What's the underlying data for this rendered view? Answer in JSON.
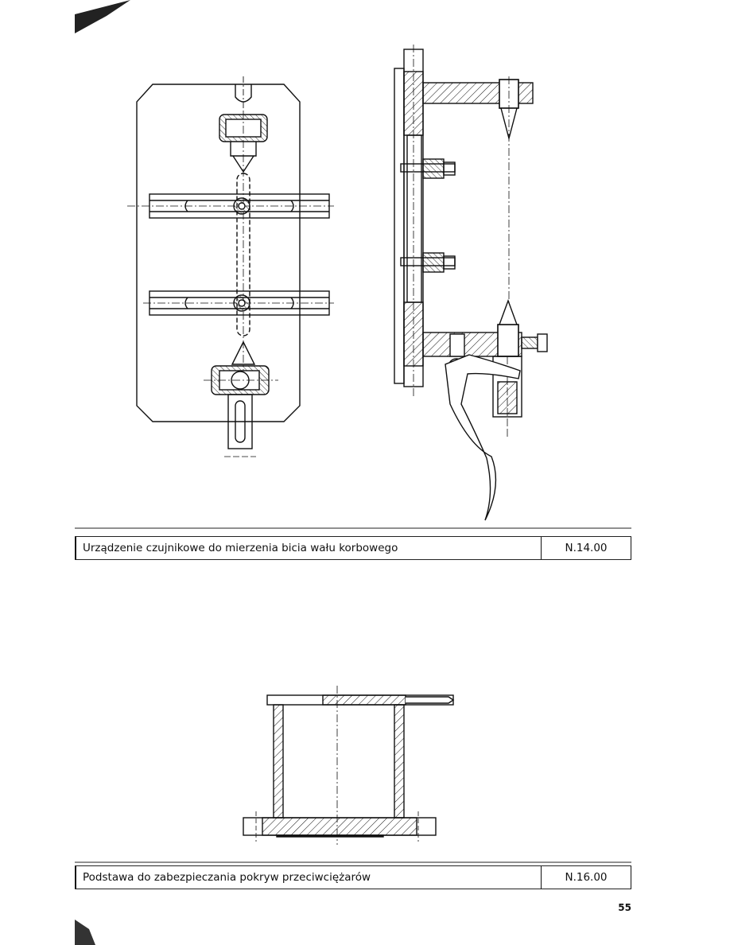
{
  "figures": [
    {
      "caption_title": "Urządzenie czujnikowe do mierzenia bicia wału korbowego",
      "code": "N.14.00"
    },
    {
      "caption_title": "Podstawa do zabezpieczania pokryw przeciwciężarów",
      "code": "N.16.00"
    }
  ],
  "page_number": "55"
}
